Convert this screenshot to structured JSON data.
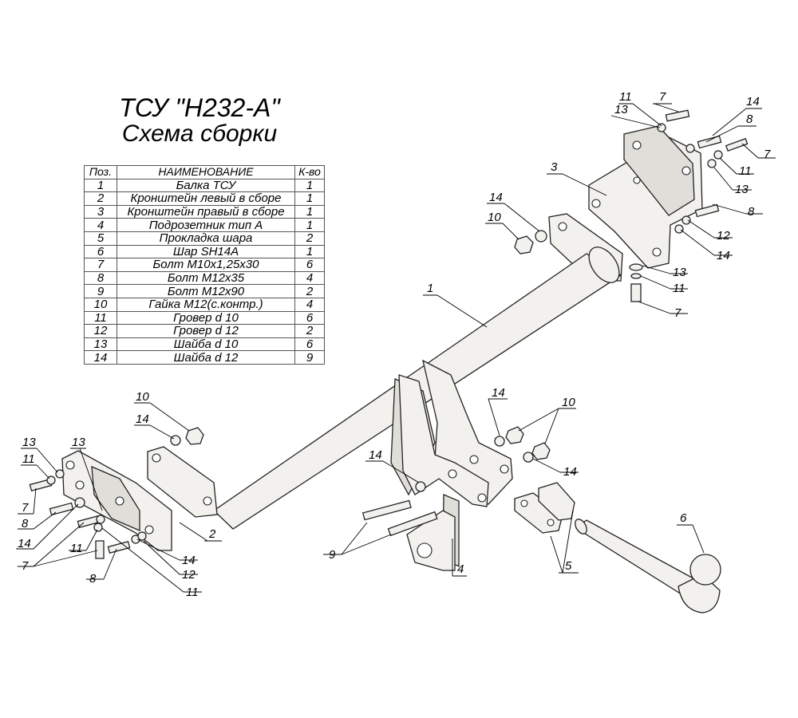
{
  "title": {
    "line1": "ТСУ \"Н232-А\"",
    "line2": "Схема сборки"
  },
  "table": {
    "headers": [
      "Поз.",
      "НАИМЕНОВАНИЕ",
      "К-во"
    ],
    "rows": [
      [
        "1",
        "Балка ТСУ",
        "1"
      ],
      [
        "2",
        "Кронштейн левый в сборе",
        "1"
      ],
      [
        "3",
        "Кронштейн правый в сборе",
        "1"
      ],
      [
        "4",
        "Подрозетник тип А",
        "1"
      ],
      [
        "5",
        "Прокладка шара",
        "2"
      ],
      [
        "6",
        "Шар SH14A",
        "1"
      ],
      [
        "7",
        "Болт М10х1,25х30",
        "6"
      ],
      [
        "8",
        "Болт М12х35",
        "4"
      ],
      [
        "9",
        "Болт М12х90",
        "2"
      ],
      [
        "10",
        "Гайка М12(с.контр.)",
        "4"
      ],
      [
        "11",
        "Гровер d 10",
        "6"
      ],
      [
        "12",
        "Гровер d 12",
        "2"
      ],
      [
        "13",
        "Шайба d 10",
        "6"
      ],
      [
        "14",
        "Шайба d 12",
        "9"
      ]
    ]
  },
  "callouts": {
    "c1": "1",
    "c2": "2",
    "c3": "3",
    "c4": "4",
    "c5": "5",
    "c6": "6",
    "rt_11": "11",
    "rt_7": "7",
    "rt_13": "13",
    "rt_14": "14",
    "rt_8": "8",
    "rt_7b": "7",
    "rt_11b": "11",
    "rt_13b": "13",
    "rt_8b": "8",
    "rt_12": "12",
    "rt_14b": "14",
    "rt_13c": "13",
    "rt_11c": "11",
    "rt_7c": "7",
    "mt_14": "14",
    "mt_10": "10",
    "lt_10": "10",
    "lt_14": "14",
    "l_13": "13",
    "l_13b": "13",
    "l_11": "11",
    "l_7": "7",
    "l_8": "8",
    "l_14": "14",
    "l_7b": "7",
    "l_11b": "11",
    "l_8b": "8",
    "l_14b": "14",
    "l_12": "12",
    "l_11c": "11",
    "c_14": "14",
    "c_10": "10",
    "c_14b": "14",
    "c_14c": "14",
    "c_9": "9"
  }
}
